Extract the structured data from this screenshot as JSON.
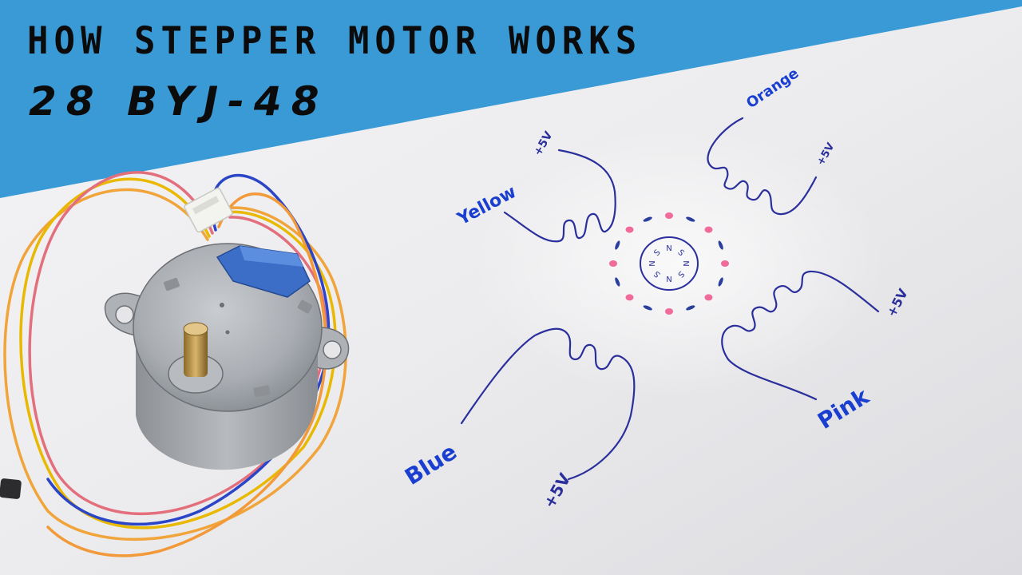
{
  "banner": {
    "title": "HOW STEPPER MOTOR WORKS",
    "model": "28 BYJ-48",
    "color": "#3a9ad6"
  },
  "diagram": {
    "coils": [
      {
        "wire": "Yellow",
        "supply": "+5V"
      },
      {
        "wire": "Orange",
        "supply": "+5V"
      },
      {
        "wire": "Blue",
        "supply": "+5V"
      },
      {
        "wire": "Pink",
        "supply": "+5V"
      }
    ],
    "rotor_poles": [
      "N",
      "S",
      "N",
      "S",
      "N",
      "S",
      "N",
      "S"
    ],
    "ink_color": "#2a2f9c",
    "label_color": "#1a3fd0",
    "stator_colors": [
      "#f06a9a",
      "#2a3f9c"
    ]
  },
  "photo": {
    "wire_colors": [
      "#f0a43a",
      "#e9b800",
      "#e36f7d",
      "#2b45c7",
      "#f29a3a"
    ]
  }
}
